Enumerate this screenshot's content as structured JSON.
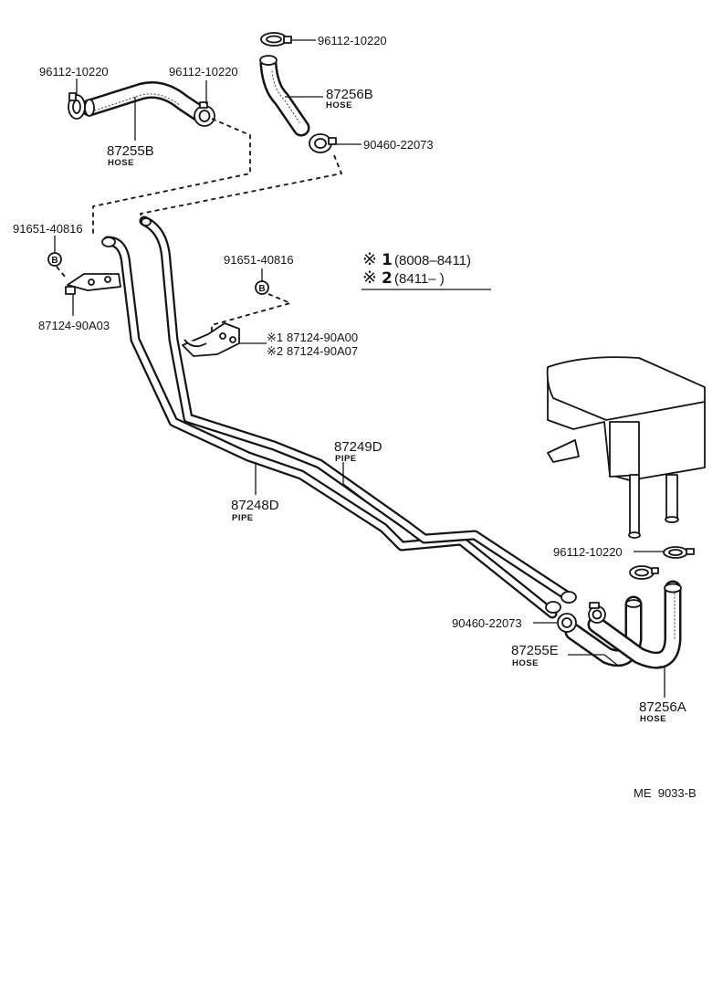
{
  "labels": {
    "clamp_top": "96112-10220",
    "clamp_left": "96112-10220",
    "clamp_mid": "96112-10220",
    "clamp_right": "96112-10220",
    "hose_87256b": "87256B",
    "hose_87256b_sub": "HOSE",
    "clamp_90460_top": "90460-22073",
    "hose_87255b": "87255B",
    "hose_87255b_sub": "HOSE",
    "bolt_left": "91651-40816",
    "bolt_mid": "91651-40816",
    "bracket_left": "87124-90A03",
    "bracket_mid_1": "87124-90A00",
    "bracket_mid_2": "87124-90A07",
    "pipe_87249d": "87249D",
    "pipe_87249d_sub": "PIPE",
    "pipe_87248d": "87248D",
    "pipe_87248d_sub": "PIPE",
    "clamp_90460_bottom": "90460-22073",
    "hose_87255e": "87255E",
    "hose_87255e_sub": "HOSE",
    "hose_87256a": "87256A",
    "hose_87256a_sub": "HOSE",
    "ref_code": "ME  9033-B"
  },
  "note": {
    "mark": "※",
    "num_1": "1",
    "num_2": "2",
    "range_1": "(8008–8411)",
    "range_2": "(8411–      )"
  },
  "symbols": {
    "bolt_letter": "B",
    "bracket_mark_1": "※1",
    "bracket_mark_2": "※2"
  }
}
